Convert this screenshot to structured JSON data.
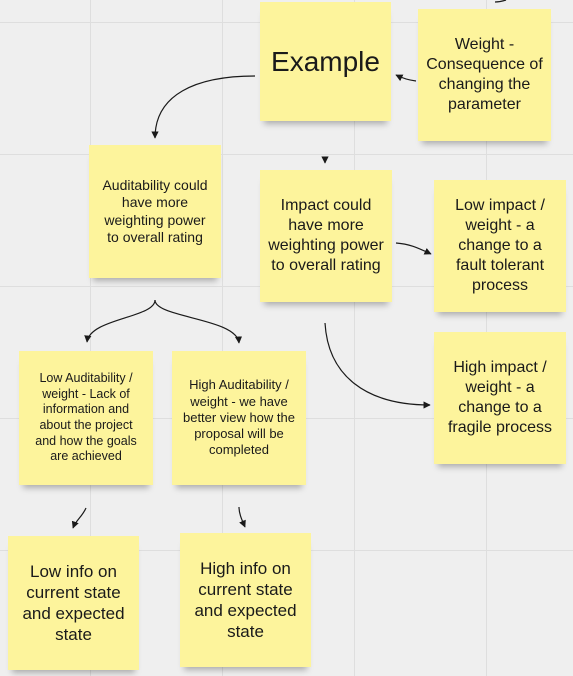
{
  "board": {
    "notes": {
      "example": "Example",
      "weight": "Weight - Consequence of changing the parameter",
      "auditability": "Auditability could have more weighting power to overall rating",
      "impact": "Impact could have more weighting power to overall rating",
      "low_impact": "Low impact / weight - a change to a fault tolerant process",
      "high_impact": "High impact / weight - a change to a fragile process",
      "low_auditability": "Low Auditability / weight - Lack of information and about the project and how the goals are achieved",
      "high_auditability": "High Auditability / weight - we have better view how the proposal will be completed",
      "low_info": "Low info on current state and expected state",
      "high_info": "High info on current state and expected state"
    },
    "colors": {
      "note_fill": "#fdf49c",
      "canvas": "#efefef",
      "connector": "#1a1a1a"
    }
  }
}
